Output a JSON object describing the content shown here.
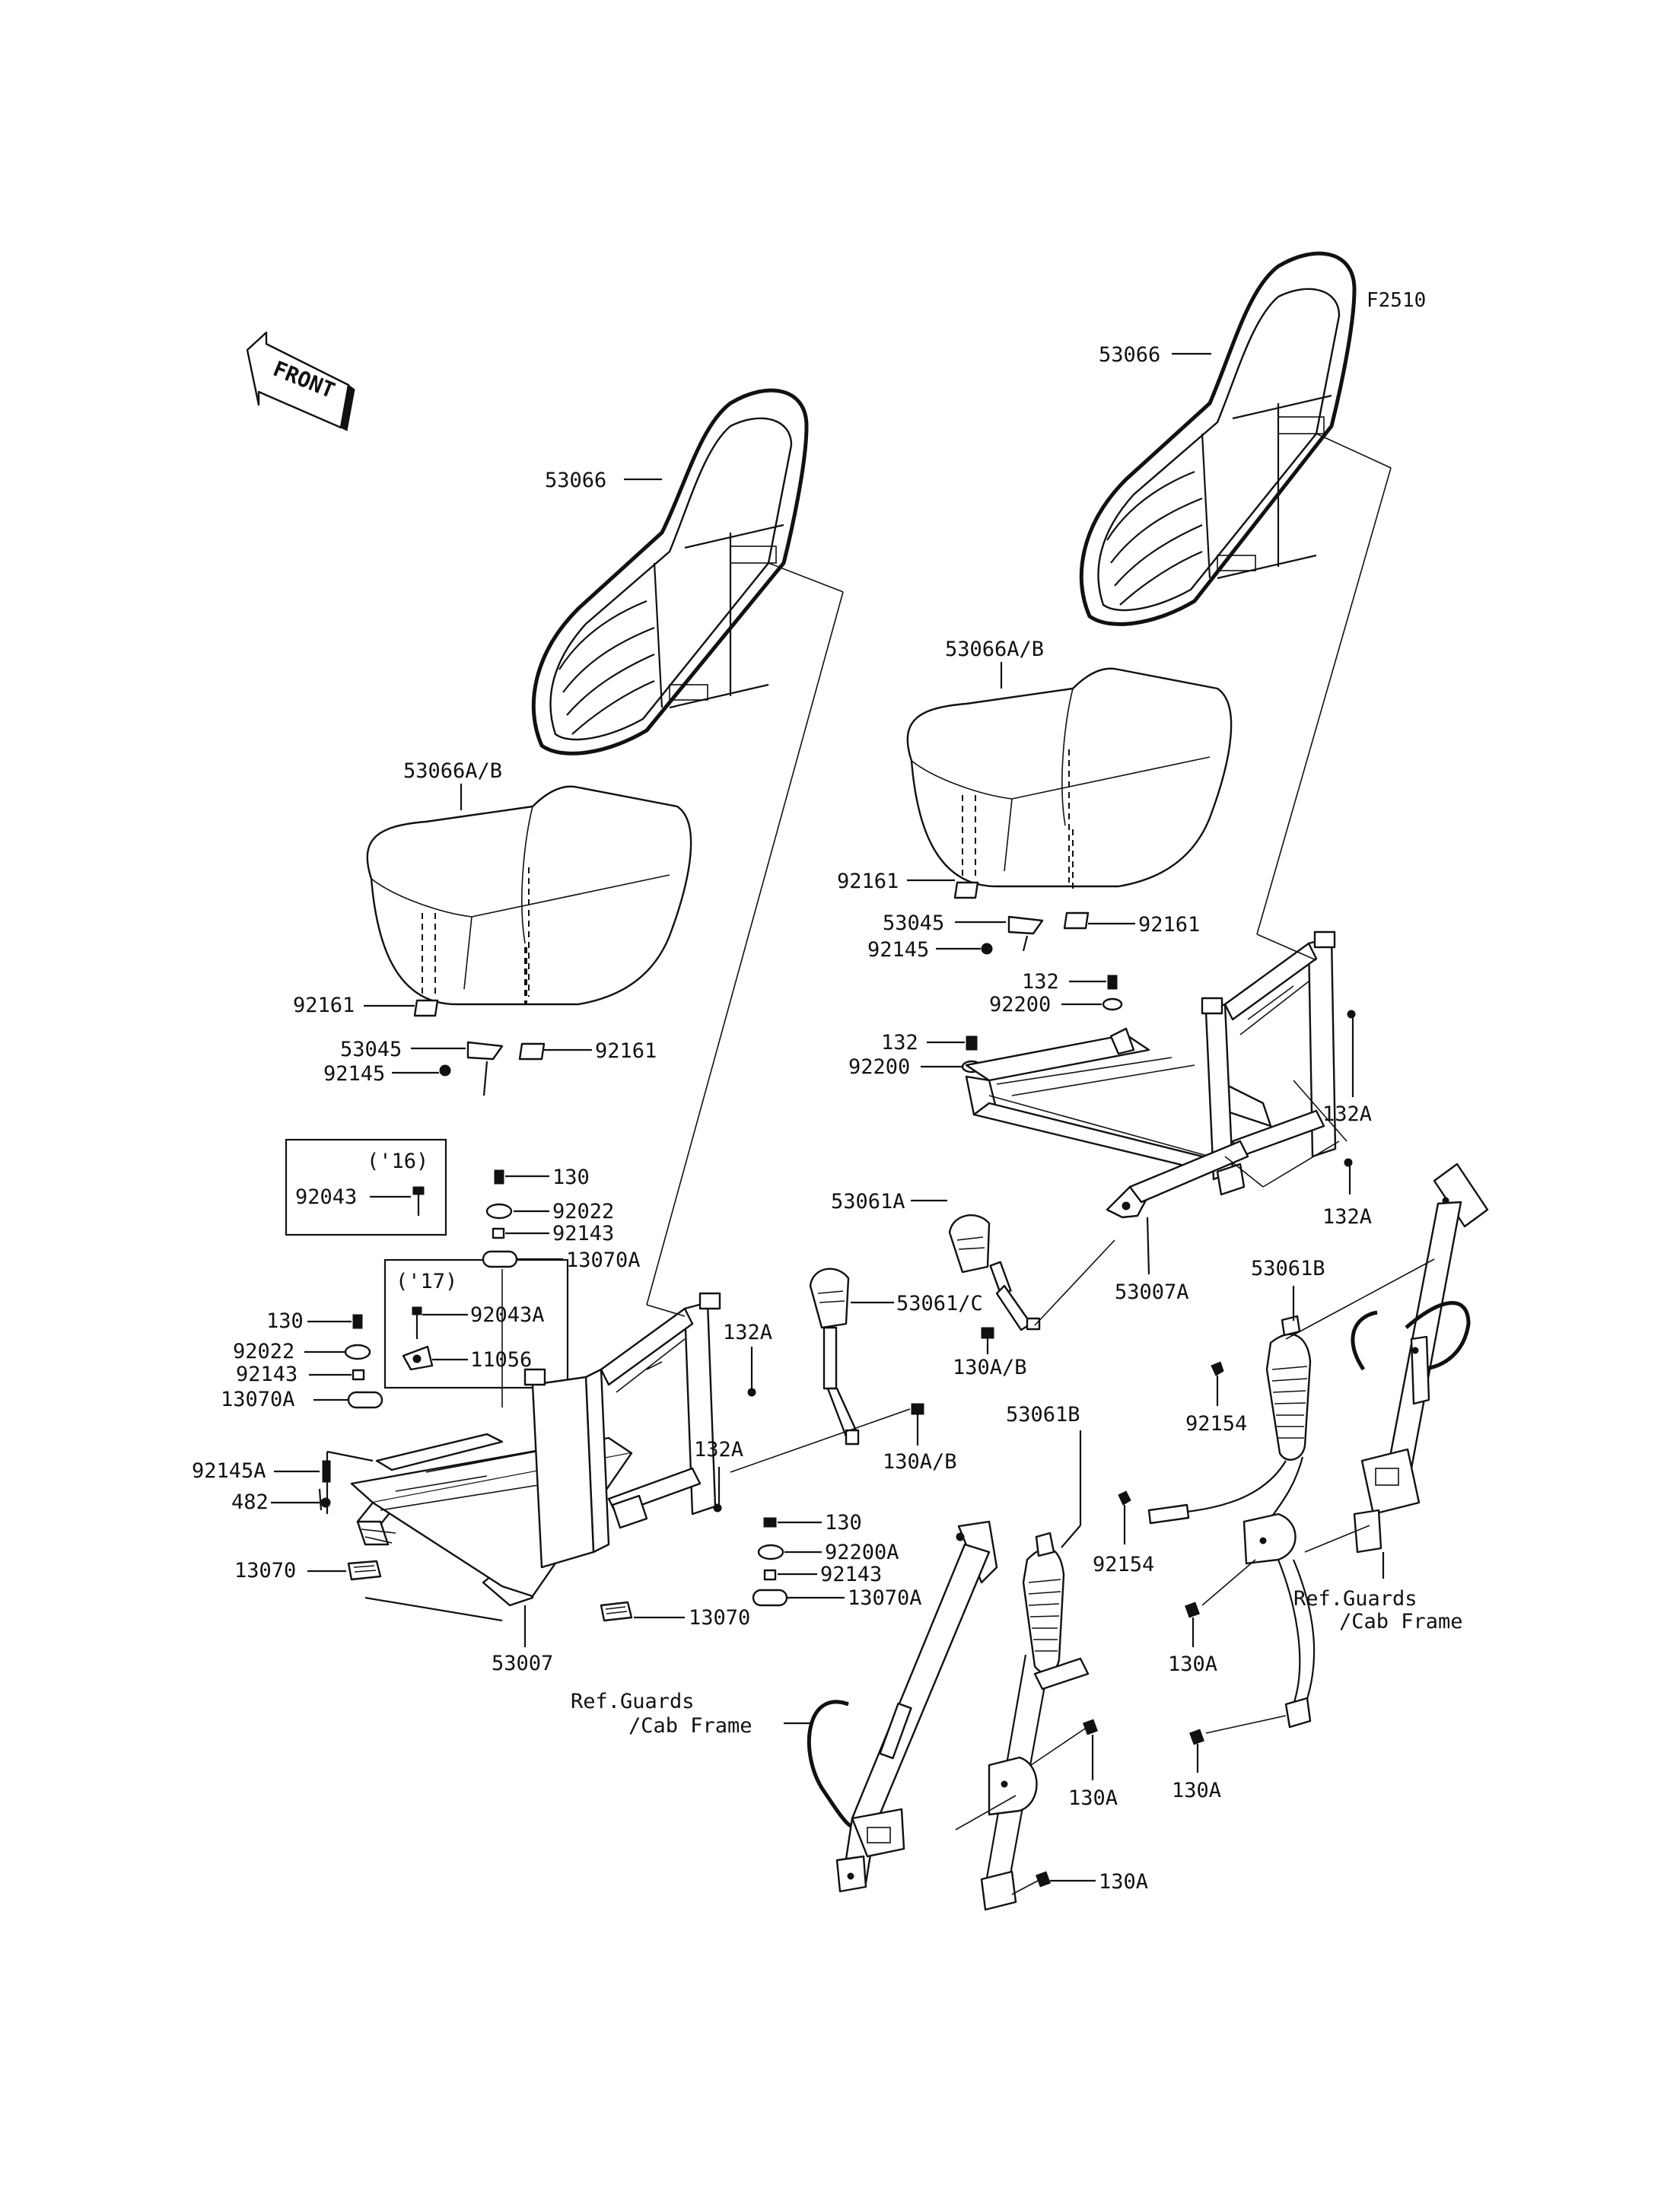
{
  "figure_code": "F2510",
  "front_indicator": "FRONT",
  "labels": {
    "backrest_left": "53066",
    "backrest_right": "53066",
    "cushion_left": "53066A/B",
    "cushion_right": "53066A/B",
    "bracket_92161_l1": "92161",
    "bracket_92161_l2": "92161",
    "bracket_92161_r1": "92161",
    "bracket_92161_r2": "92161",
    "latch_l": "53045",
    "latch_r": "53045",
    "clip_l": "92145",
    "clip_r": "92145",
    "box16_year": "('16)",
    "box16_part": "92043",
    "box17_year": "('17)",
    "box17_bolt": "92043A",
    "box17_bracket": "11056",
    "bolt130_a": "130",
    "collar92022_a": "92022",
    "nut92143_a": "92143",
    "pad13070A_a": "13070A",
    "bolt130_b": "130",
    "collar92022_b": "92022",
    "nut92143_b": "92143",
    "pad13070A_b": "13070A",
    "spring92145A": "92145A",
    "pin482": "482",
    "rail13070_l": "13070",
    "rail13070_r": "13070",
    "frame_left": "53007",
    "bolt132A_l1": "132A",
    "bolt132A_l2": "132A",
    "bolt130_c": "130",
    "washer92200A": "92200A",
    "nut92143_c": "92143",
    "pad13070A_c": "13070A",
    "buckle_left": "53061/C",
    "bolt130AB_l": "130A/B",
    "bolt132_r1": "132",
    "washer92200_r1": "92200",
    "bolt132_r2": "132",
    "washer92200_r2": "92200",
    "bolt132A_r1": "132A",
    "bolt132A_r2": "132A",
    "buckle_right": "53061A",
    "frame_right": "53007A",
    "bolt130AB_r": "130A/B",
    "belt_left": "53061B",
    "belt_right": "53061B",
    "nut92154_l": "92154",
    "nut92154_r": "92154",
    "ref_l_1": "Ref.Guards",
    "ref_l_2": "/Cab Frame",
    "ref_r_1": "Ref.Guards",
    "ref_r_2": "/Cab Frame",
    "bolt130A_1": "130A",
    "bolt130A_2": "130A",
    "bolt130A_3": "130A",
    "bolt130A_4": "130A"
  }
}
